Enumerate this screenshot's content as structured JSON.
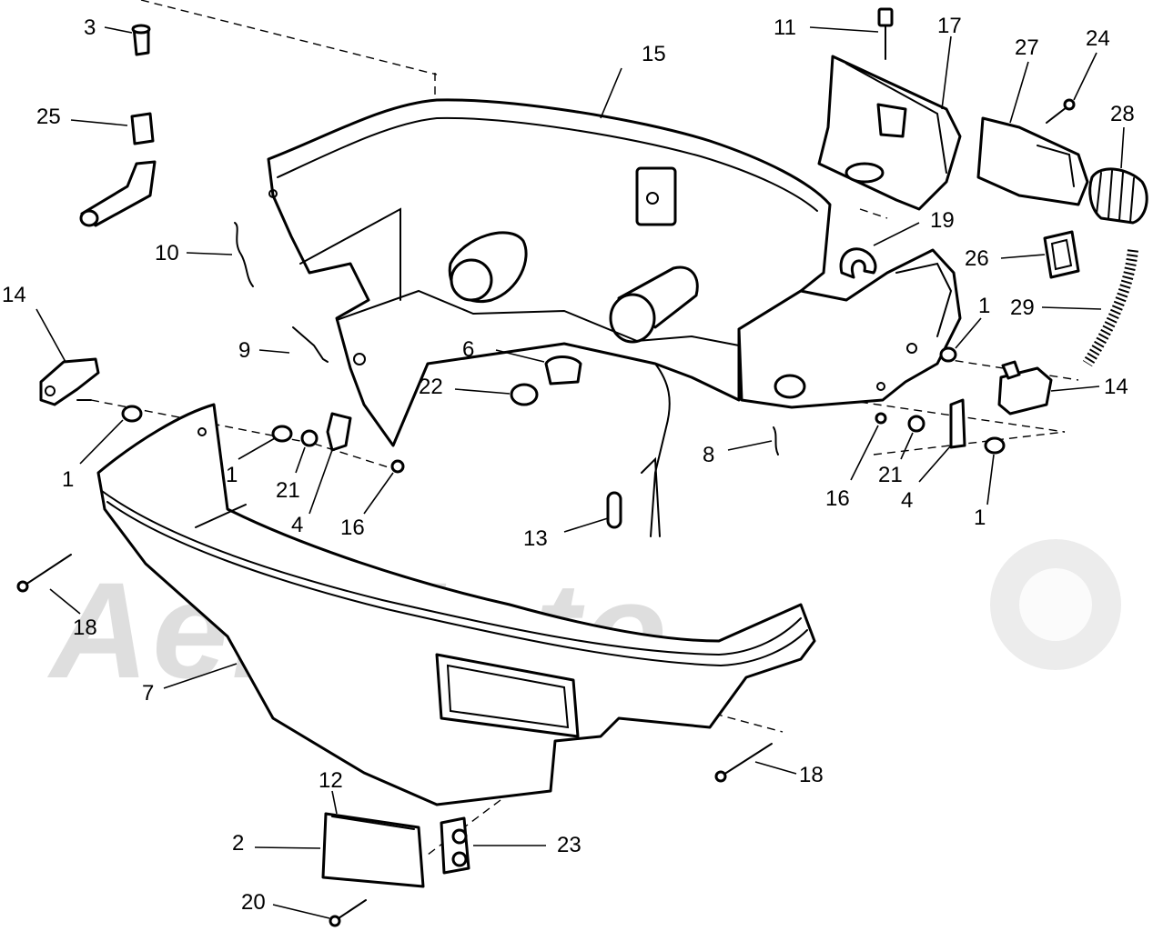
{
  "diagram": {
    "type": "exploded-parts-view",
    "colors": {
      "line": "#000000",
      "background": "#ffffff",
      "watermark": "#dedede"
    },
    "watermark": "AeriMoto",
    "callouts": [
      "1",
      "1",
      "1",
      "1",
      "2",
      "3",
      "4",
      "4",
      "6",
      "7",
      "8",
      "9",
      "10",
      "11",
      "12",
      "13",
      "14",
      "14",
      "15",
      "16",
      "16",
      "17",
      "18",
      "18",
      "19",
      "20",
      "21",
      "21",
      "22",
      "23",
      "24",
      "25",
      "26",
      "27",
      "28",
      "29"
    ]
  }
}
